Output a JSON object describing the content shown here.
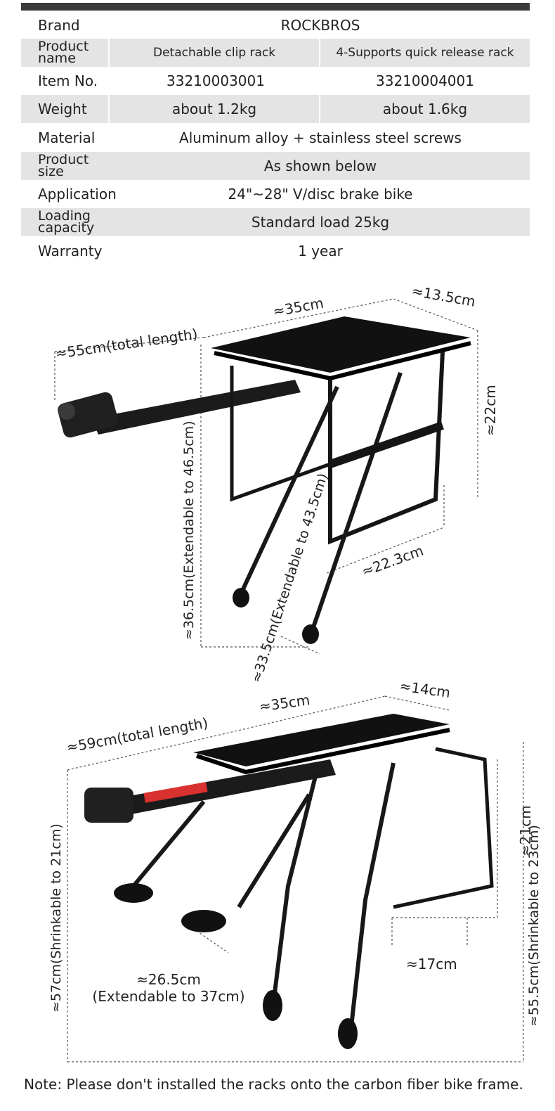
{
  "specs": {
    "brand": {
      "label": "Brand",
      "value": "ROCKBROS"
    },
    "product_name": {
      "label": "Product name",
      "values": [
        "Detachable clip rack",
        "4-Supports quick release rack"
      ]
    },
    "item_no": {
      "label": "Item No.",
      "values": [
        "33210003001",
        "33210004001"
      ]
    },
    "weight": {
      "label": "Weight",
      "values": [
        "about 1.2kg",
        "about 1.6kg"
      ]
    },
    "material": {
      "label": "Material",
      "value": "Aluminum alloy + stainless steel screws"
    },
    "product_size": {
      "label": "Product size",
      "value": "As shown below"
    },
    "application": {
      "label": "Application",
      "value": "24\"~28\" V/disc brake bike"
    },
    "loading_capacity": {
      "label": "Loading capacity",
      "value": "Standard load 25kg"
    },
    "warranty": {
      "label": "Warranty",
      "value": "1 year"
    }
  },
  "rack1": {
    "total_length": "≈55cm(total length)",
    "length": "≈35cm",
    "width": "≈13.5cm",
    "height": "≈22cm",
    "bottom_width": "≈22.3cm",
    "leg_front": "≈36.5cm(Extendable to 46.5cm)",
    "leg_rear": "≈33.5cm(Extendable to 43.5cm)"
  },
  "rack2": {
    "total_length": "≈59cm(total length)",
    "length": "≈35cm",
    "width": "≈14cm",
    "height": "≈21cm",
    "bottom_width": "≈17cm",
    "arm_length_line1": "≈26.5cm",
    "arm_length_line2": "(Extendable to 37cm)",
    "left_height": "≈57cm(Shrinkable to 21cm)",
    "right_height": "≈55.5cm(Shrinkable to 23cm)"
  },
  "note": "Note: Please don't installed the racks onto the carbon fiber bike frame."
}
